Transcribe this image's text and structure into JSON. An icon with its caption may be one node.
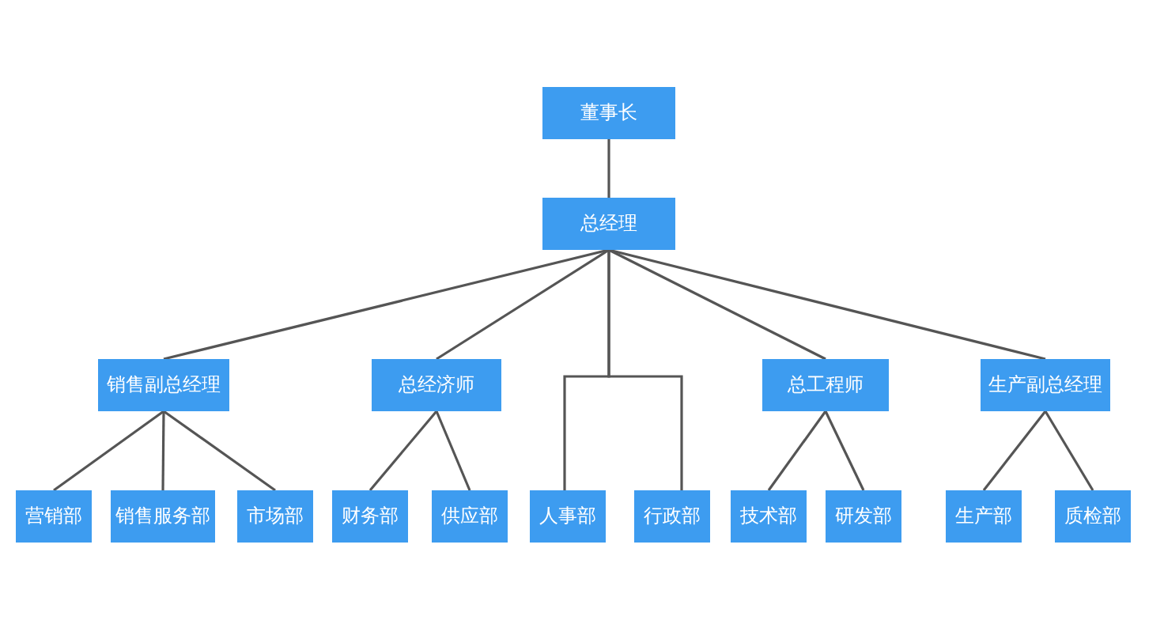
{
  "diagram": {
    "nodes": [
      {
        "text": [
          "董事长"
        ]
      },
      {
        "text": [
          "总经理"
        ]
      },
      {
        "text": [
          "销售副总经理"
        ]
      },
      {
        "text": [
          "总经济师"
        ]
      },
      {
        "text": [
          "总工程师"
        ]
      },
      {
        "text": [
          "生产副总经理"
        ]
      },
      {
        "text": [
          "营销部"
        ]
      },
      {
        "text": [
          "销售服务部"
        ]
      },
      {
        "text": [
          "市场部"
        ]
      },
      {
        "text": [
          "财务部"
        ]
      },
      {
        "text": [
          "供应部"
        ]
      },
      {
        "text": [
          "人事部"
        ]
      },
      {
        "text": [
          "行政部"
        ]
      },
      {
        "text": [
          "技术部"
        ]
      },
      {
        "text": [
          "研发部"
        ]
      },
      {
        "text": [
          "生产部"
        ]
      },
      {
        "text": [
          "质检部"
        ]
      }
    ],
    "edges": [
      {
        "from": 0,
        "to": 1,
        "arrow": "none"
      },
      {
        "from": 1,
        "to": 2,
        "arrow": "none"
      },
      {
        "from": 1,
        "to": 3,
        "arrow": "none"
      },
      {
        "from": 1,
        "to": 11,
        "arrow": "none"
      },
      {
        "from": 1,
        "to": 12,
        "arrow": "none"
      },
      {
        "from": 1,
        "to": 4,
        "arrow": "none"
      },
      {
        "from": 1,
        "to": 5,
        "arrow": "none"
      },
      {
        "from": 2,
        "to": 6,
        "arrow": "none"
      },
      {
        "from": 2,
        "to": 7,
        "arrow": "none"
      },
      {
        "from": 2,
        "to": 8,
        "arrow": "none"
      },
      {
        "from": 3,
        "to": 9,
        "arrow": "none"
      },
      {
        "from": 3,
        "to": 10,
        "arrow": "none"
      },
      {
        "from": 4,
        "to": 13,
        "arrow": "none"
      },
      {
        "from": 4,
        "to": 14,
        "arrow": "none"
      },
      {
        "from": 5,
        "to": 15,
        "arrow": "none"
      },
      {
        "from": 5,
        "to": 16,
        "arrow": "none"
      }
    ]
  }
}
